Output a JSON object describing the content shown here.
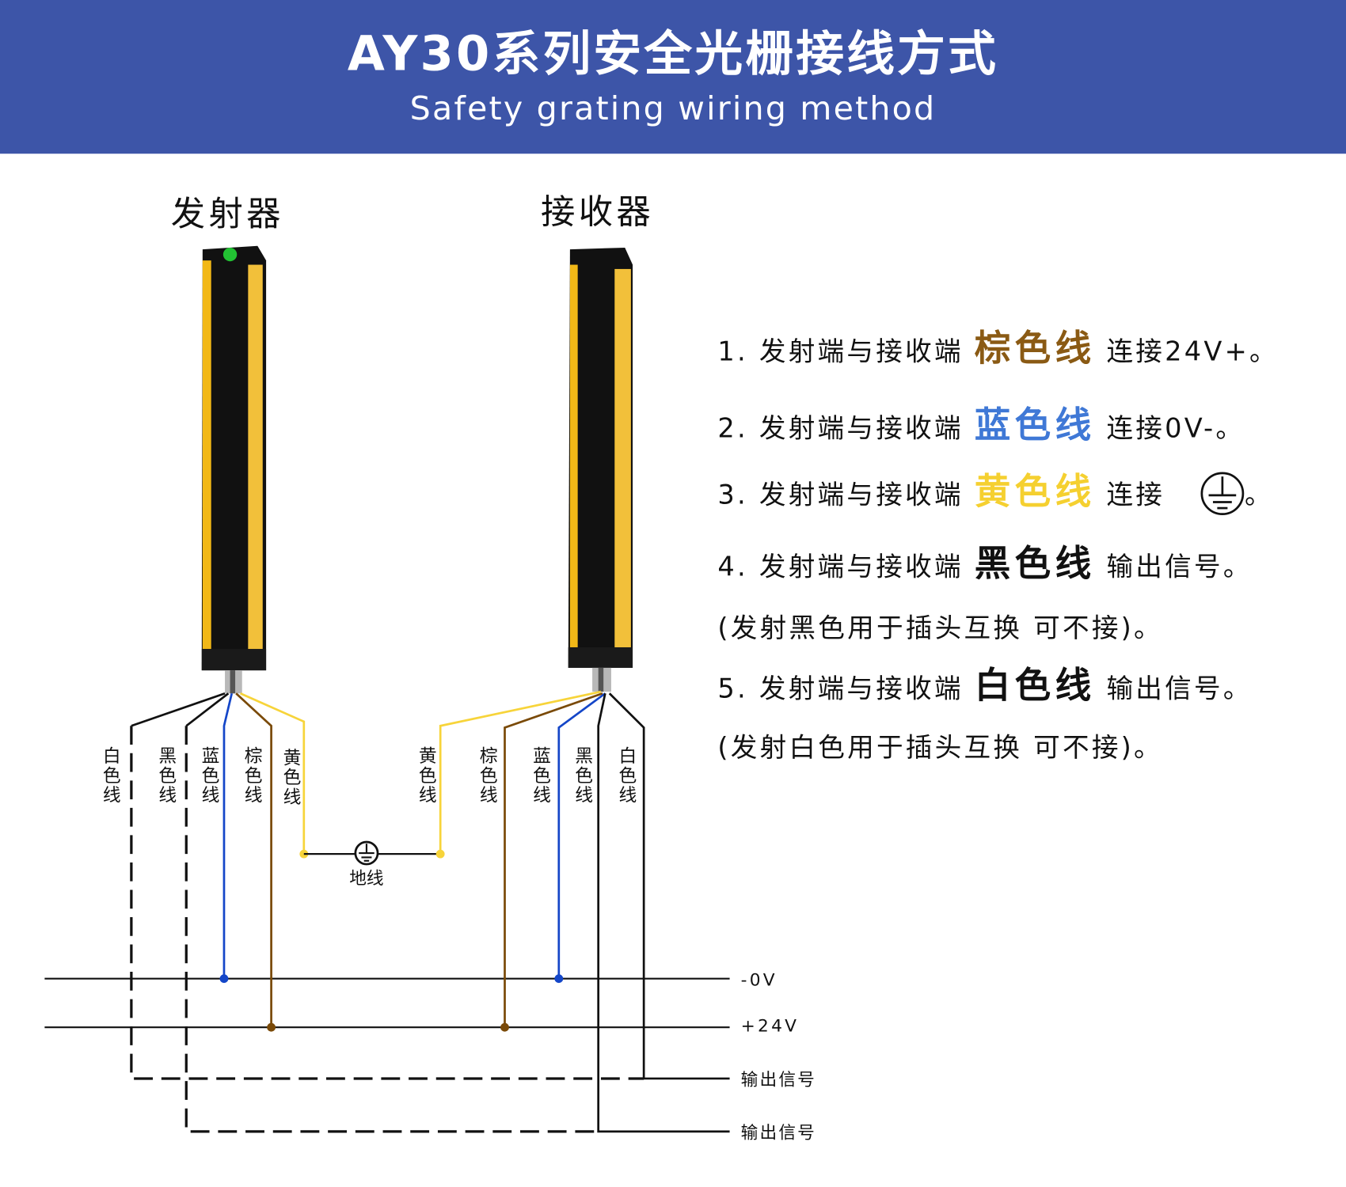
{
  "header": {
    "title": "AY30系列安全光栅接线方式",
    "subtitle": "Safety grating wiring method",
    "bg_color": "#3d55a8"
  },
  "devices": {
    "emitter": "发射器",
    "receiver": "接收器"
  },
  "emitter_wires": [
    "白色线",
    "黑色线",
    "蓝色线",
    "棕色线",
    "黄色线"
  ],
  "receiver_wires": [
    "黄色线",
    "棕色线",
    "蓝色线",
    "黑色线",
    "白色线"
  ],
  "ground_label": "地线",
  "bus_labels": {
    "zero_v": "-0V",
    "plus_24v": "+24V",
    "output1": "输出信号",
    "output2": "输出信号"
  },
  "instructions": [
    {
      "prefix": "1. 发射端与接收端 ",
      "word": "棕色线",
      "suffix": " 连接24V+。",
      "color": "#8a5a14"
    },
    {
      "prefix": "2. 发射端与接收端 ",
      "word": "蓝色线",
      "suffix": " 连接0V-。",
      "color": "#3f78d6"
    },
    {
      "prefix": "3. 发射端与接收端 ",
      "word": "黄色线",
      "suffix": " 连接",
      "suffix2": "。",
      "color": "#f5d030"
    },
    {
      "prefix": "4. 发射端与接收端 ",
      "word": "黑色线",
      "suffix": " 输出信号。",
      "color": "#111111"
    },
    {
      "note": "(发射黑色用于插头互换 可不接)。"
    },
    {
      "prefix": "5. 发射端与接收端 ",
      "word": "白色线",
      "suffix": " 输出信号。",
      "color": "#111111"
    },
    {
      "note": "(发射白色用于插头互换 可不接)。"
    }
  ],
  "wire_colors": {
    "white": "#111111",
    "black": "#111111",
    "blue": "#1446c8",
    "brown": "#7a4a08",
    "yellow": "#f7d43a"
  }
}
